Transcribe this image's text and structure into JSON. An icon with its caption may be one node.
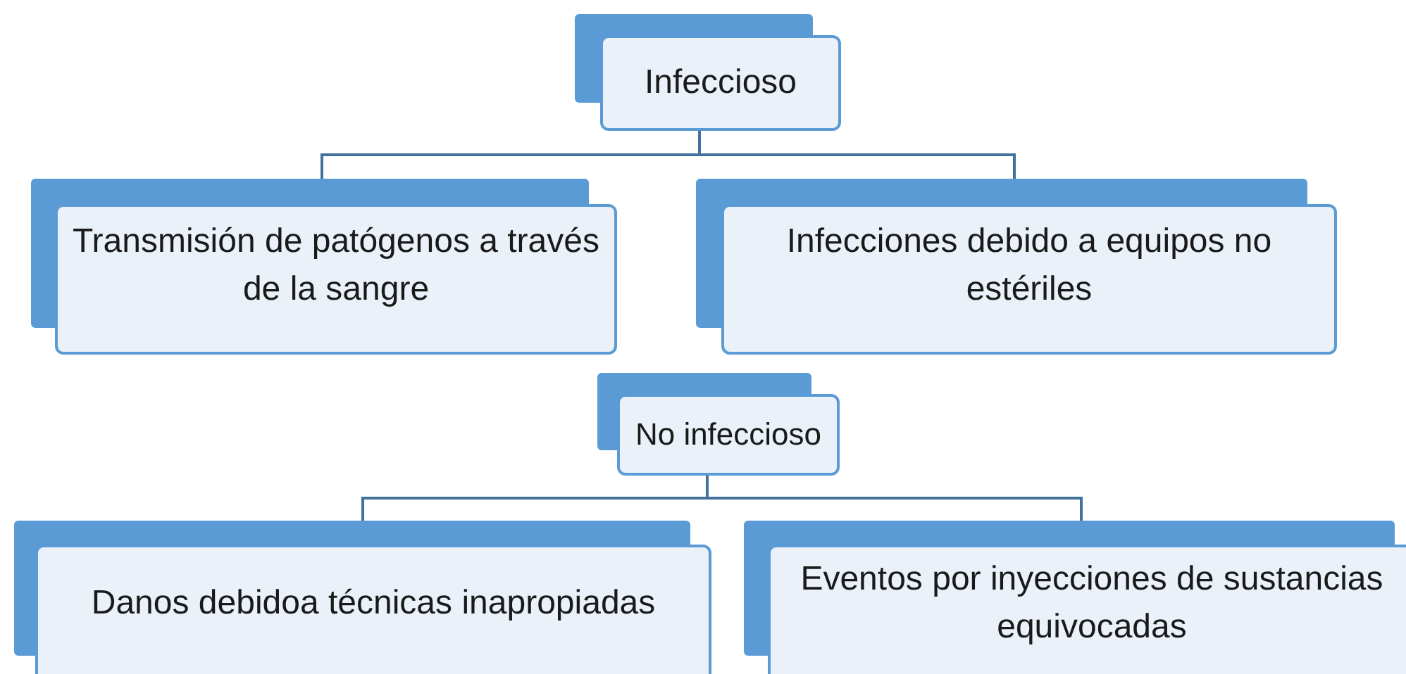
{
  "diagram": {
    "nodes": [
      {
        "text": [
          "Infeccioso"
        ]
      },
      {
        "text": [
          "Transmisión de patógenos a través de la sangre"
        ]
      },
      {
        "text": [
          "Infecciones debido a equipos no estériles"
        ]
      },
      {
        "text": [
          "No infeccioso"
        ]
      },
      {
        "text": [
          "Danos debidoa técnicas inapropiadas"
        ]
      },
      {
        "text": [
          "Eventos por inyecciones de sustancias equivocadas"
        ]
      }
    ],
    "edges": [
      {
        "from": 0,
        "to": 1,
        "arrow": "none"
      },
      {
        "from": 0,
        "to": 2,
        "arrow": "none"
      },
      {
        "from": 3,
        "to": 4,
        "arrow": "none"
      },
      {
        "from": 3,
        "to": 5,
        "arrow": "none"
      }
    ]
  }
}
